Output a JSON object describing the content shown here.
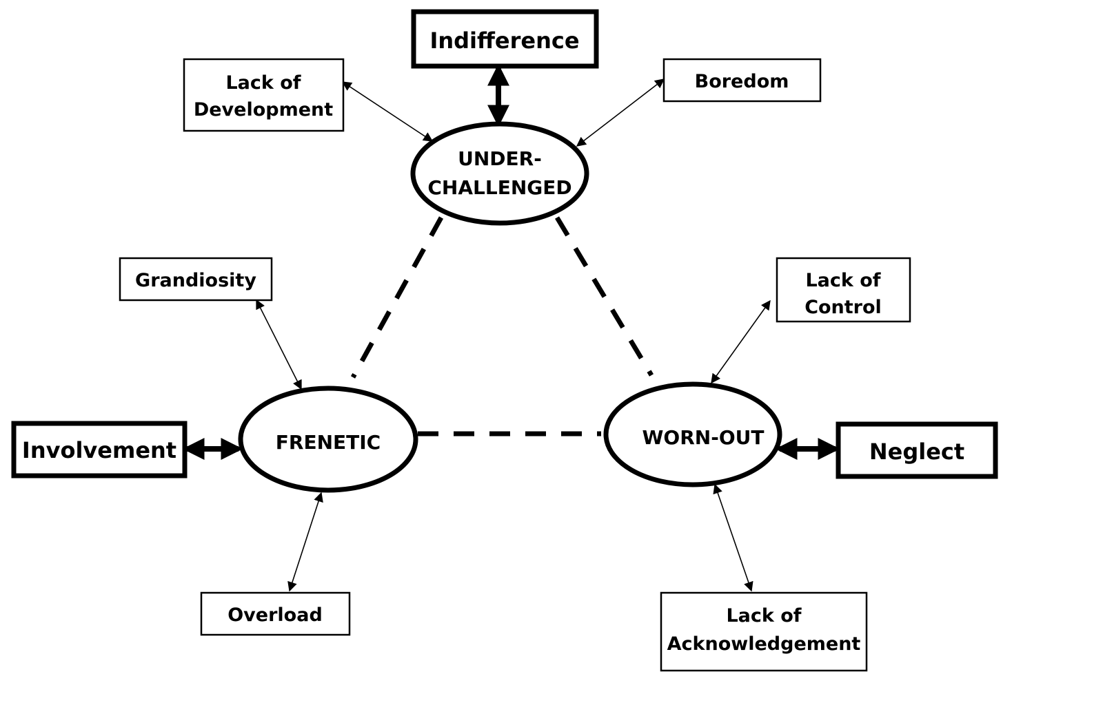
{
  "colors": {
    "ink": "#000000",
    "background": "#ffffff"
  },
  "central_nodes": {
    "under_challenged": {
      "line1": "UNDER-",
      "line2": "CHALLENGED"
    },
    "frenetic": {
      "label": "FRENETIC"
    },
    "worn_out": {
      "label": "WORN-OUT"
    }
  },
  "primary_outcomes": {
    "indifference": "Indifference",
    "involvement": "Involvement",
    "neglect": "Neglect"
  },
  "factors": {
    "lack_of_development": {
      "line1": "Lack of",
      "line2": "Development"
    },
    "boredom": {
      "label": "Boredom"
    },
    "grandiosity": {
      "label": "Grandiosity"
    },
    "overload": {
      "label": "Overload"
    },
    "lack_of_control": {
      "line1": "Lack of",
      "line2": "Control"
    },
    "lack_of_acknowledgement": {
      "line1": "Lack of",
      "line2": "Acknowledgement"
    }
  }
}
